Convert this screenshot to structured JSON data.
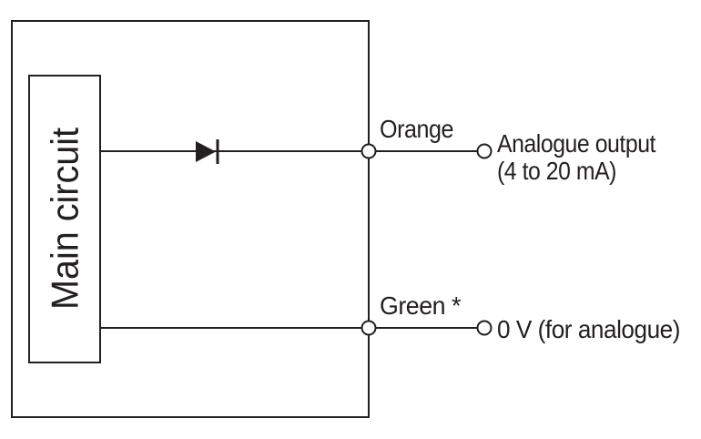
{
  "diagram": {
    "title_hint": "analogue-output-wiring-diagram",
    "main_circuit": {
      "label": "Main circuit"
    },
    "outputs": [
      {
        "wire_color_label": "Orange",
        "signal_label": "Analogue output",
        "signal_sublabel": "(4 to 20 mA)"
      },
      {
        "wire_color_label": "Green *",
        "signal_label": "0 V (for analogue)"
      }
    ],
    "symbols": {
      "diode": "diode-icon",
      "terminal": "open-circle-terminal"
    },
    "colors": {
      "ink": "#231f20",
      "background": "#ffffff"
    }
  }
}
